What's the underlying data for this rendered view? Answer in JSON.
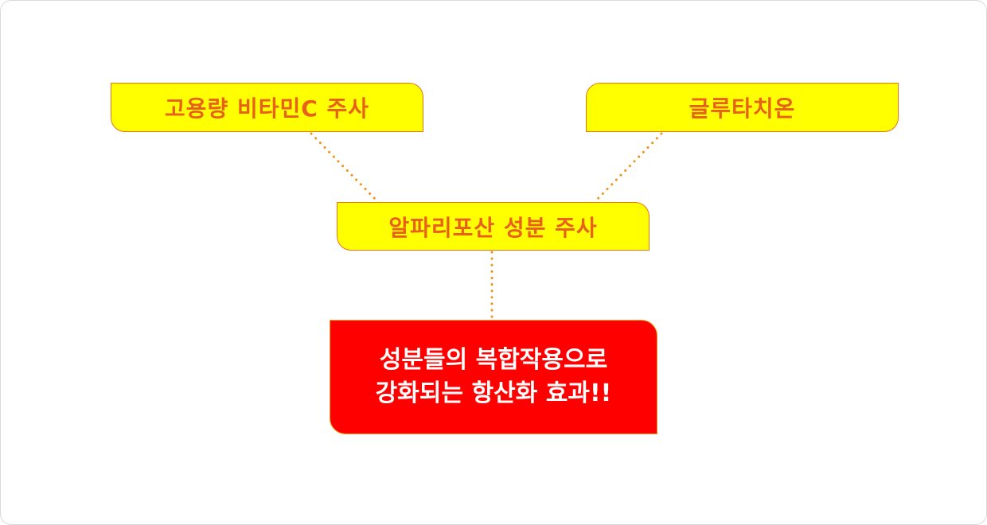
{
  "diagram": {
    "nodes": {
      "vitamin_c": {
        "label": "고용량 비타민C 주사"
      },
      "glutathione": {
        "label": "글루타치온"
      },
      "alpha_lipoic": {
        "label": "알파리포산 성분 주사"
      },
      "synergy": {
        "line1": "성분들의 복합작용으로",
        "line2": "강화되는 항산화 효과!!"
      }
    },
    "colors": {
      "yellow_fill": "#ffff00",
      "orange_text": "#e8601a",
      "red_fill": "#ff0000",
      "connector": "#f0921e"
    }
  }
}
